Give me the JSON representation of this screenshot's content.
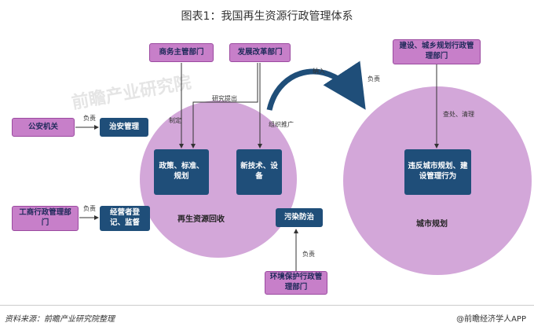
{
  "title": "图表1：我国再生资源行政管理体系",
  "circles": {
    "left_label": "再生资源回收",
    "right_label": "城市规划"
  },
  "boxes": {
    "gongan": "公安机关",
    "zhian": "治安管理",
    "gongshang": "工商行政管理部门",
    "jingying": "经营者登记、监督",
    "shangwu": "商务主管部门",
    "fazhan": "发展改革部门",
    "zhengce": "政策、标准、规划",
    "xinjishu": "新技术、设备",
    "wuran": "污染防治",
    "huanjing": "环境保护行政管理部门",
    "jianshe": "建设、城乡规划行政管理部门",
    "weifan": "违反城市规划、建设管理行为"
  },
  "labels": {
    "fuze_gongan": "负责",
    "fuze_gongshang": "负责",
    "yanjiu": "研究提出",
    "zhiding": "制定",
    "zuzhi": "组织推广",
    "narue": "纳入",
    "fuze_jianshe": "负责",
    "chachu": "查处、清理",
    "fuze_huanjing": "负责"
  },
  "watermark": "前瞻产业研究院",
  "footer": {
    "source": "资料来源：前瞻产业研究院整理",
    "brand": "@前瞻经济学人APP"
  },
  "colors": {
    "circle": "#d3a7d9",
    "pink_box": "#c77fc9",
    "navy_box": "#1f4e79",
    "arrow": "#1f4e79"
  }
}
